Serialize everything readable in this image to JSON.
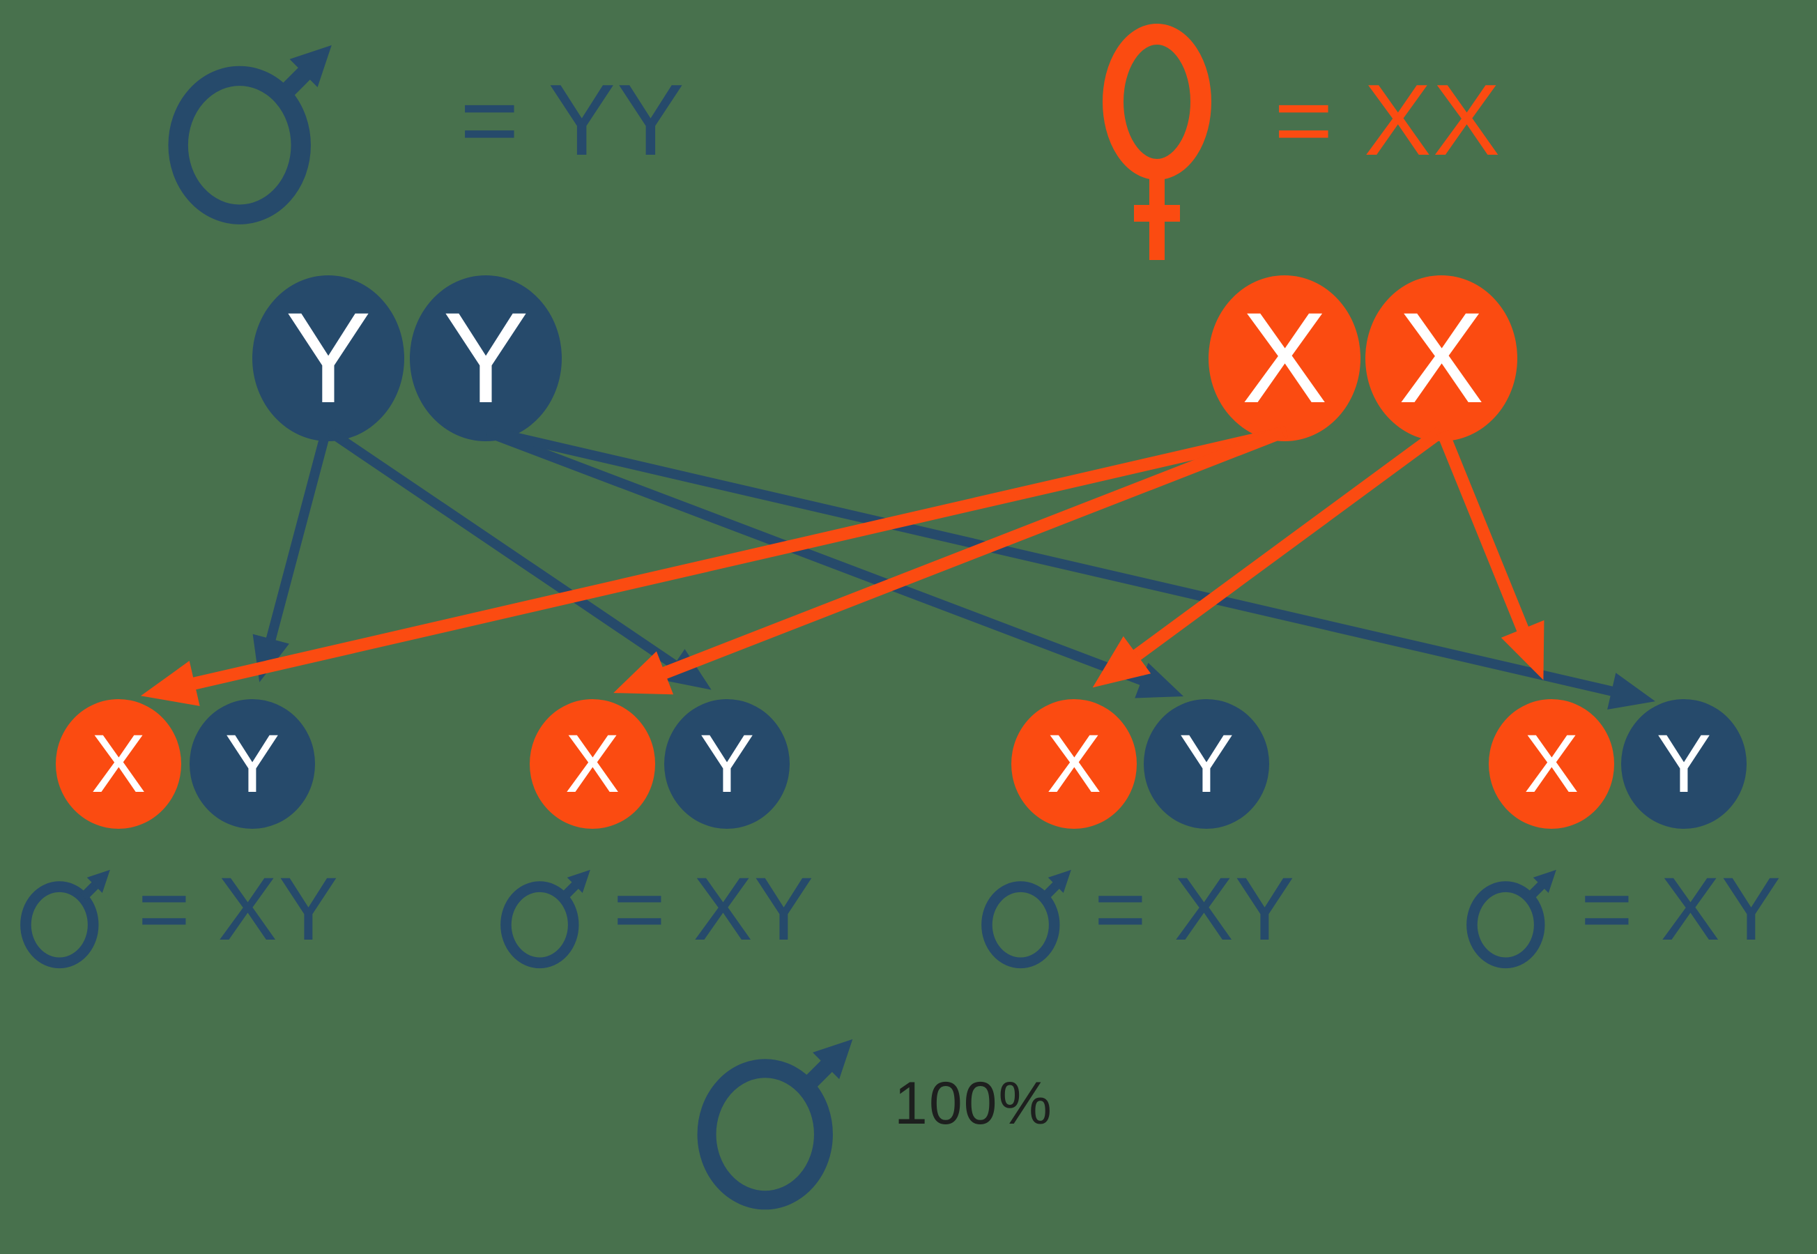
{
  "colors": {
    "background": "#48714D",
    "navy": "#264A6B",
    "orange": "#FB4B11",
    "letter_white": "#FFFFFF",
    "percent_text": "#1D1F1E"
  },
  "legend": {
    "male": {
      "icon": "male-symbol",
      "text": "= YY"
    },
    "female": {
      "icon": "female-symbol",
      "text": "= XX"
    }
  },
  "parents": {
    "father": {
      "sex": "male",
      "chromosomes": [
        "Y",
        "Y"
      ]
    },
    "mother": {
      "sex": "female",
      "chromosomes": [
        "X",
        "X"
      ]
    }
  },
  "offspring": [
    {
      "pair": [
        "X",
        "Y"
      ],
      "label_icon": "male-symbol",
      "label_text": "= XY"
    },
    {
      "pair": [
        "X",
        "Y"
      ],
      "label_icon": "male-symbol",
      "label_text": "= XY"
    },
    {
      "pair": [
        "X",
        "Y"
      ],
      "label_icon": "male-symbol",
      "label_text": "= XY"
    },
    {
      "pair": [
        "X",
        "Y"
      ],
      "label_icon": "male-symbol",
      "label_text": "= XY"
    }
  ],
  "crosses": [
    {
      "from": "father-chromosome-1",
      "to": "offspring-1-y"
    },
    {
      "from": "father-chromosome-1",
      "to": "offspring-2-y"
    },
    {
      "from": "father-chromosome-2",
      "to": "offspring-3-y"
    },
    {
      "from": "father-chromosome-2",
      "to": "offspring-4-y"
    },
    {
      "from": "mother-chromosome-1",
      "to": "offspring-1-x"
    },
    {
      "from": "mother-chromosome-1",
      "to": "offspring-2-x"
    },
    {
      "from": "mother-chromosome-2",
      "to": "offspring-3-x"
    },
    {
      "from": "mother-chromosome-2",
      "to": "offspring-4-x"
    }
  ],
  "summary": {
    "icon": "male-symbol",
    "text": "100%"
  }
}
